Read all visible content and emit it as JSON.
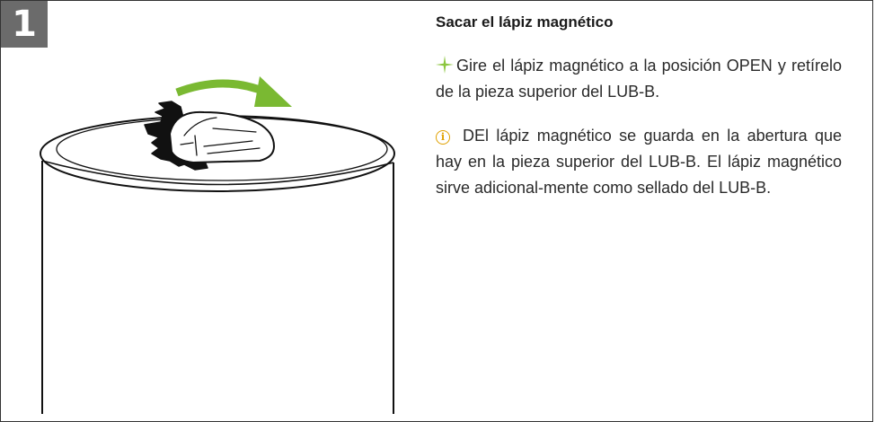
{
  "step": {
    "number": "1"
  },
  "section": {
    "title": "Sacar el lápiz magnético",
    "instruction": "Gire el lápiz magnético a la posición OPEN y retírelo de la pieza superior del LUB-B.",
    "note": "DEl lápiz magnético se guarda en la abertura que hay en la pieza superior del LUB-B. El lápiz magnético sirve adicional-mente como sellado del LUB-B."
  },
  "icons": {
    "instruction_icon": "sparkle-icon",
    "note_icon": "info-icon",
    "rotation_arrow": "curved-arrow-icon"
  },
  "colors": {
    "badge": "#6b6b6b",
    "arrow_green": "#7ab932",
    "sparkle_green": "#8cc63f",
    "info_yellow": "#e0a100"
  }
}
